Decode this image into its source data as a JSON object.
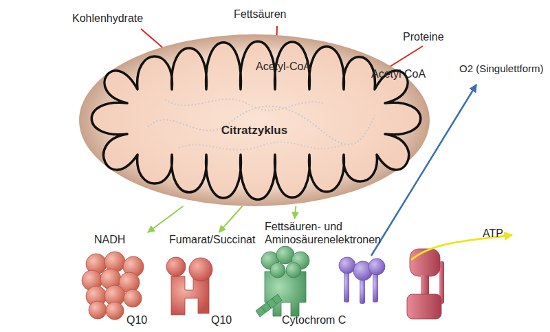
{
  "diagram": {
    "nodes": [
      {
        "text": [
          "Citratzyklus"
        ]
      },
      {
        "text": [
          "NADH",
          "Q10"
        ]
      },
      {
        "text": [
          "Fumarat/Succinat",
          "Q10"
        ]
      },
      {
        "text": [
          "Fettsäuren- und Aminosäurenelektronen",
          "Cytochrom C"
        ]
      }
    ],
    "edges": [
      {
        "from": 0,
        "to": 1,
        "arrow": "to"
      },
      {
        "from": 0,
        "to": 2,
        "arrow": "to"
      },
      {
        "from": 0,
        "to": 3,
        "arrow": "to"
      }
    ],
    "labels": [
      "Kohlenhydrate",
      "Fettsäuren",
      "Proteine",
      "Acetyl-CoA",
      "Acetyl CoA",
      "O2 (Singulettform)",
      "ATP"
    ]
  }
}
